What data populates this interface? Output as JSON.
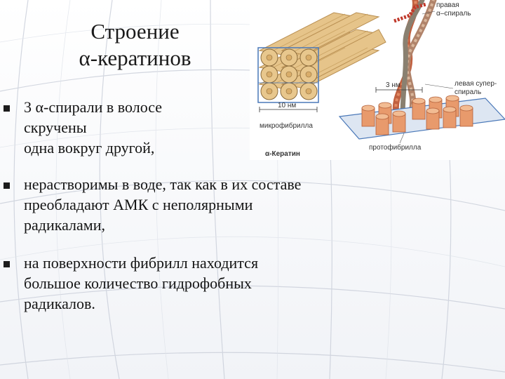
{
  "slide": {
    "title_line1": "Строение",
    "title_line2": "α-кератинов",
    "bullets": [
      {
        "lines": [
          " 3 α-спирали в волосе",
          "скручены",
          "одна вокруг другой,"
        ]
      },
      {
        "lines": [
          " нерастворимы в воде, так как в их составе",
          "преобладают АМК с неполярными",
          "радикалами,"
        ]
      },
      {
        "lines": [
          " на поверхности фибрилл находится",
          "большое количество гидрофобных",
          "радикалов."
        ]
      }
    ]
  },
  "figure": {
    "label_right_helix_1": "правая",
    "label_right_helix_2": "α–спираль",
    "label_left_superhelix_1": "левая супер-",
    "label_left_superhelix_2": "спираль",
    "label_3nm": "3 нм",
    "label_10nm": "10 нм",
    "label_microfibril": "микрофибрилла",
    "label_protofibril": "протофибрилла",
    "label_keratin": "α-Кератин",
    "colors": {
      "fiber": "#e6c48a",
      "fiber_dark": "#c9a262",
      "protofibril": "#e89a6c",
      "helix": "#c85a3a",
      "frame": "#4a78b8"
    }
  }
}
